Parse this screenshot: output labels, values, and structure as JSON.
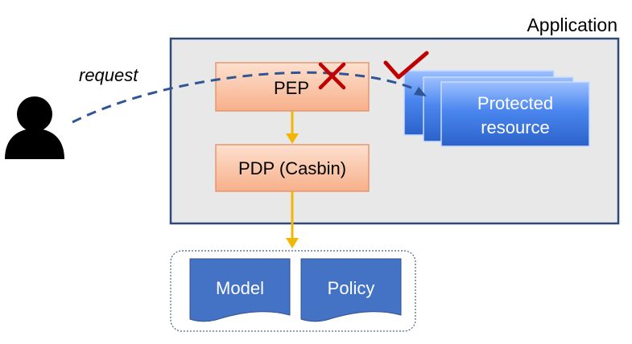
{
  "application": {
    "label": "Application"
  },
  "request": {
    "label": "request"
  },
  "pep": {
    "label": "PEP"
  },
  "pdp": {
    "label": "PDP (Casbin)"
  },
  "protected_resource": {
    "line1": "Protected",
    "line2": "resource"
  },
  "storage": {
    "model_label": "Model",
    "policy_label": "Policy"
  },
  "colors": {
    "app_border": "#2f4a7a",
    "app_fill": "#e8e8e8",
    "node_fill": "#f9c0a0",
    "node_border": "#e8956d",
    "arrow": "#f2b705",
    "request_line": "#2f5597",
    "resource_fill": "#3b78e0",
    "doc_fill": "#4472c4",
    "cross": "#c00000",
    "check": "#c00000"
  },
  "icons": {
    "user": "user-icon",
    "cross": "cross-icon",
    "check": "check-icon"
  }
}
